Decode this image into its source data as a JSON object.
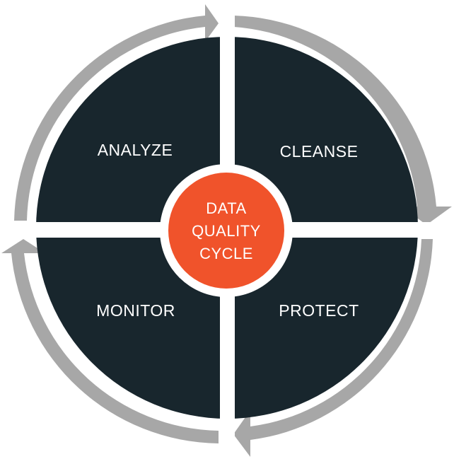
{
  "diagram": {
    "center": {
      "line1": "DATA",
      "line2": "QUALITY",
      "line3": "CYCLE"
    },
    "stages": {
      "analyze": "ANALYZE",
      "cleanse": "CLEANSE",
      "protect": "PROTECT",
      "monitor": "MONITOR"
    }
  },
  "colors": {
    "quadrant": "#18262d",
    "arrow": "#a7a7a7",
    "center": "#f0532b",
    "separator": "#ffffff"
  }
}
